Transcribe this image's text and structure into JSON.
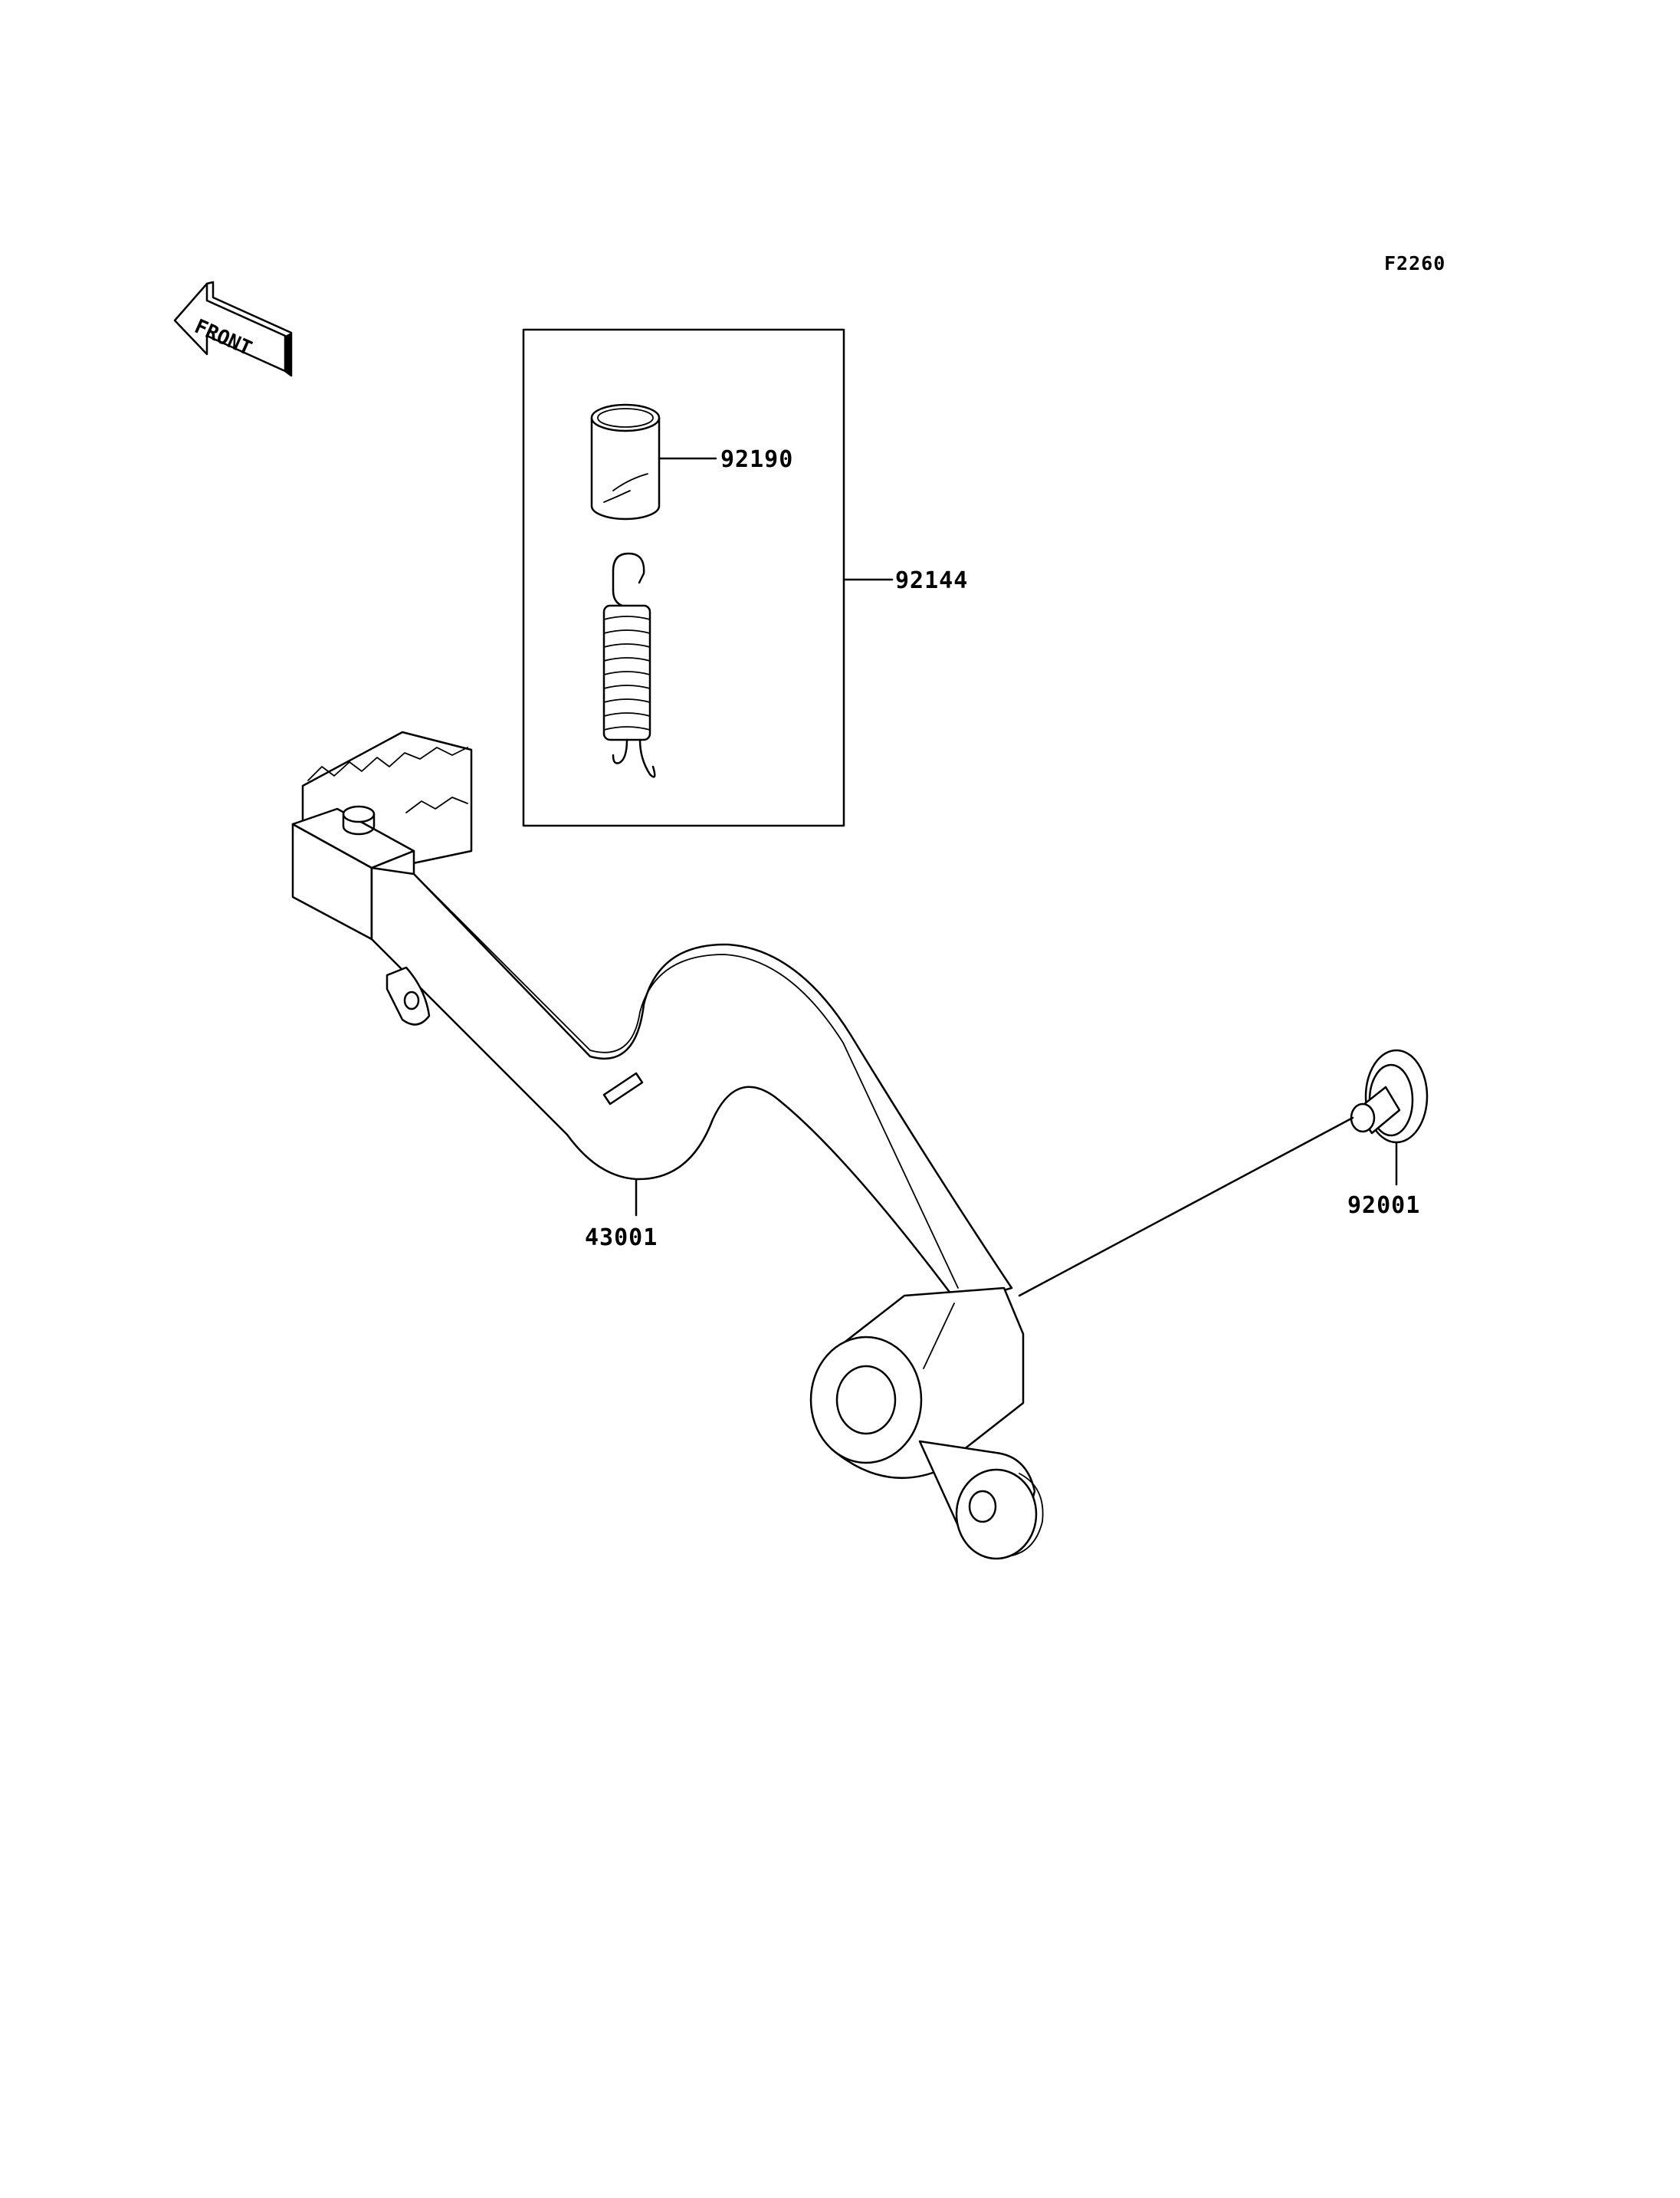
{
  "figure_code": "F2260",
  "front_marker": {
    "text": "FRONT",
    "icon": "front-arrow-icon"
  },
  "parts": {
    "sleeve": {
      "number": "92190"
    },
    "kit": {
      "number": "92144"
    },
    "spring": {
      "icon": "spring-icon"
    },
    "brake_pedal": {
      "number": "43001"
    },
    "pivot_bolt": {
      "number": "92001"
    }
  }
}
